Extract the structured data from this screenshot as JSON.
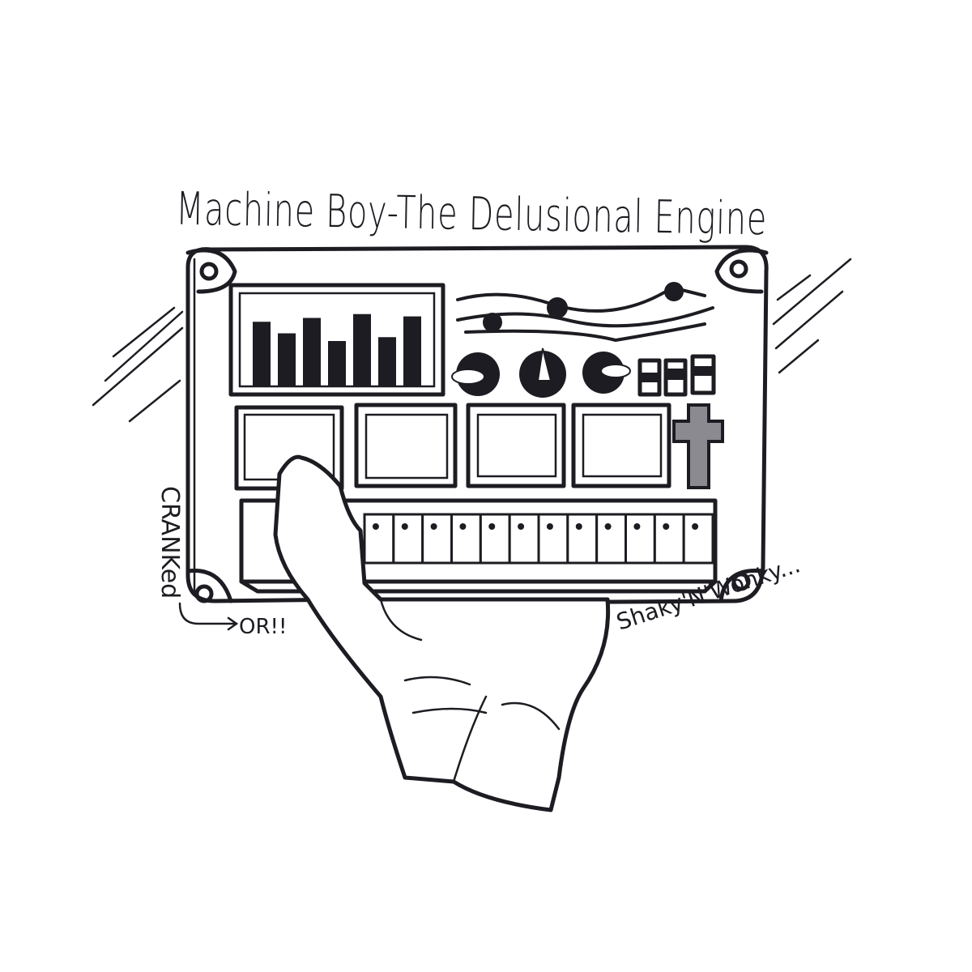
{
  "title": "Machine Boy-The Delusional Engine",
  "side_labels": {
    "left": "CRANKed",
    "arrow": "OR!!",
    "right": "Shaky'N'Wonky..."
  },
  "colors": {
    "ink": "#1c1c22",
    "paper": "#ffffff",
    "panel_tint": "#f0f0f2"
  },
  "device": {
    "meter_bars": [
      0.85,
      0.7,
      0.9,
      0.6,
      0.95,
      0.65,
      0.92
    ],
    "pad_count": 4,
    "key_count": 12
  }
}
